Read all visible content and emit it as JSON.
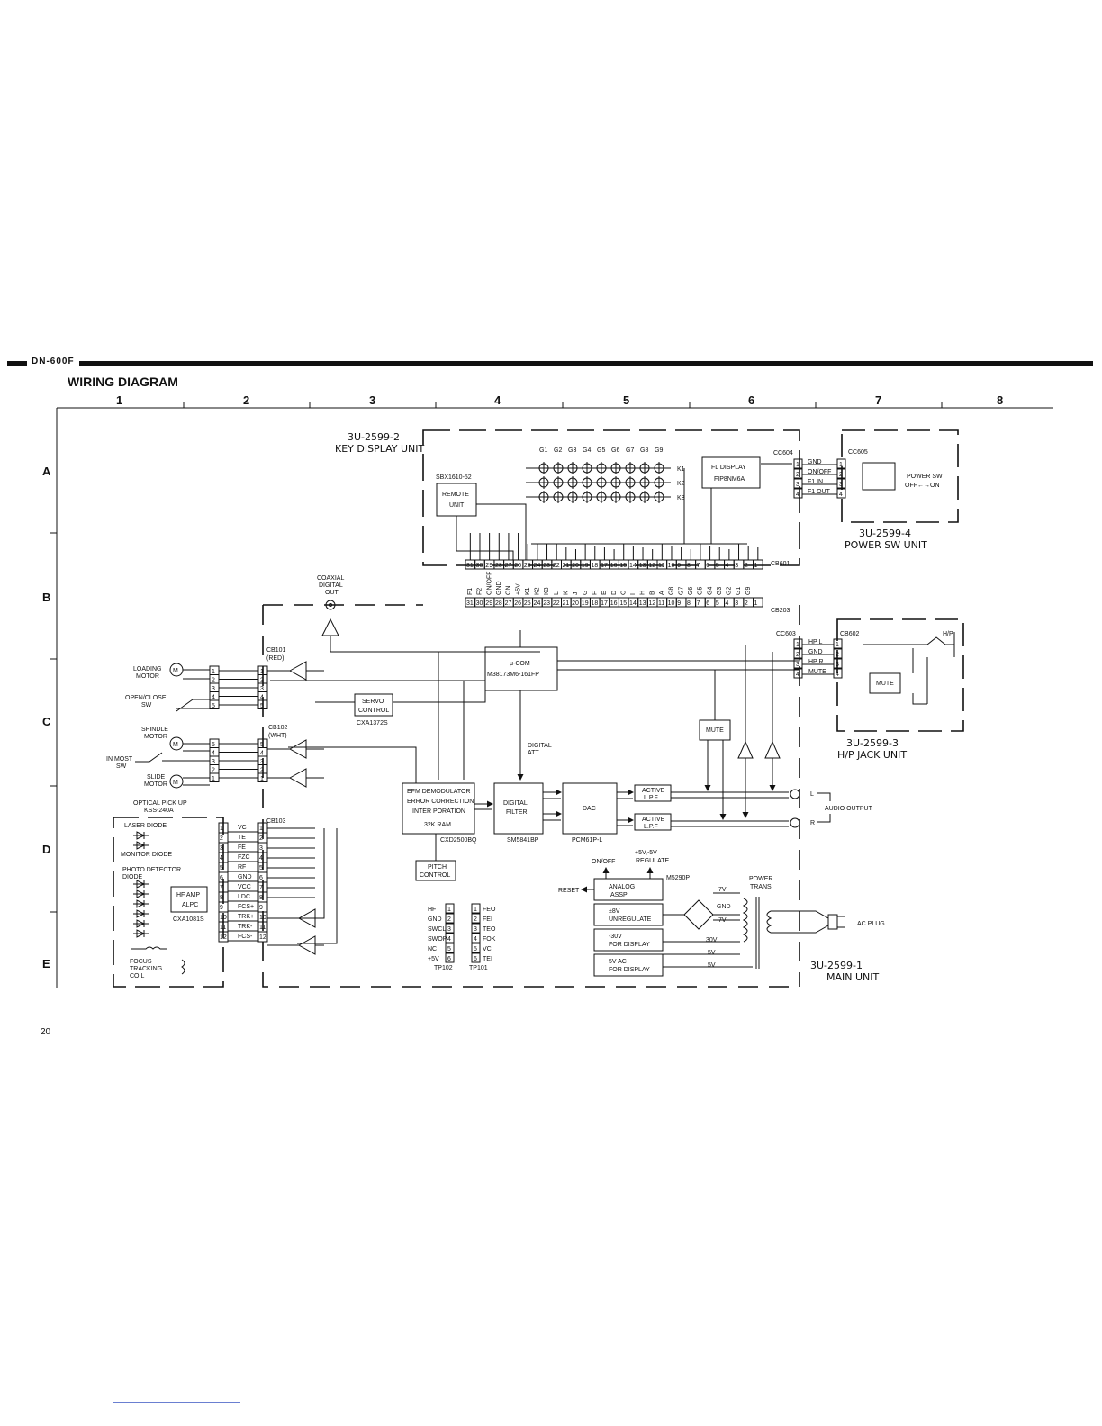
{
  "header": {
    "model": "DN-600F",
    "title": "WIRING DIAGRAM",
    "page_number": "20"
  },
  "grid": {
    "columns": [
      "1",
      "2",
      "3",
      "4",
      "5",
      "6",
      "7",
      "8"
    ],
    "rows": [
      "A",
      "B",
      "C",
      "D",
      "E"
    ]
  },
  "units": {
    "key_display": {
      "part": "3U-2599-2",
      "name": "KEY DISPLAY UNIT"
    },
    "power_sw": {
      "part": "3U-2599-4",
      "name": "POWER SW UNIT"
    },
    "hp_jack": {
      "part": "3U-2599-3",
      "name": "H/P JACK UNIT"
    },
    "main": {
      "part": "3U-2599-1",
      "name": "MAIN UNIT"
    }
  },
  "key_display": {
    "grids": [
      "G1",
      "G2",
      "G3",
      "G4",
      "G5",
      "G6",
      "G7",
      "G8",
      "G9"
    ],
    "keys": [
      "K1",
      "K2",
      "K3"
    ],
    "remote_part": "SBX1610-52",
    "remote_label": [
      "REMOTE",
      "UNIT"
    ],
    "fl_display": [
      "FL DISPLAY",
      "FIP8NM6A"
    ],
    "connector": "CC604",
    "cb601": "CB601",
    "cb203": "CB203",
    "pins": [
      "31",
      "30",
      "29",
      "28",
      "27",
      "26",
      "25",
      "24",
      "23",
      "22",
      "21",
      "20",
      "19",
      "18",
      "17",
      "16",
      "15",
      "14",
      "13",
      "12",
      "11",
      "10",
      "9",
      "8",
      "7",
      "6",
      "5",
      "4",
      "3",
      "2",
      "1"
    ],
    "signals": [
      "F1",
      "F2",
      "ON/OFF",
      "GND",
      "ON",
      "+5V",
      "K1",
      "K2",
      "K3",
      "L",
      "K",
      "J",
      "G",
      "F",
      "E",
      "D",
      "C",
      "I",
      "H",
      "B",
      "A",
      "G8",
      "G7",
      "G6",
      "G5",
      "G4",
      "G3",
      "G2",
      "G1",
      "G9"
    ]
  },
  "power_sw": {
    "connector_left": "CC604",
    "connector_right": "CC605",
    "signals": [
      "GND",
      "ON/OFF",
      "F1 IN",
      "F1 OUT"
    ],
    "switch_label": [
      "POWER SW",
      "OFF←→ON"
    ]
  },
  "hp_jack": {
    "connector_left": "CC603",
    "connector_right": "CB602",
    "signals": [
      "HP L",
      "GND",
      "HP R",
      "MUTE"
    ],
    "mute": "MUTE",
    "jack": "H/P"
  },
  "left_side": {
    "coaxial": [
      "COAXIAL",
      "DIGITAL",
      "OUT"
    ],
    "loading_motor": [
      "LOADING",
      "MOTOR"
    ],
    "open_close": [
      "OPEN/CLOSE",
      "SW"
    ],
    "spindle_motor": [
      "SPINDLE",
      "MOTOR"
    ],
    "in_most": [
      "IN MOST",
      "SW"
    ],
    "slide_motor": [
      "SLIDE",
      "MOTOR"
    ],
    "cb101": [
      "CB101",
      "(RED)"
    ],
    "cb102": [
      "CB102",
      "(WHT)"
    ],
    "cb103": "CB103",
    "motor_symbol": "M"
  },
  "pickup": {
    "title": [
      "OPTICAL PICK UP",
      "KSS-240A"
    ],
    "laser_diode": "LASER DIODE",
    "monitor_diode": "MONITOR DIODE",
    "photo_detector": [
      "PHOTO DETECTOR",
      "DIODE"
    ],
    "hf_amp": [
      "HF AMP",
      "ALPC"
    ],
    "hf_amp_ic": "CXA1081S",
    "focus": [
      "FOCUS",
      "TRACKING",
      "COIL"
    ],
    "pins": [
      "1",
      "2",
      "3",
      "4",
      "5",
      "6",
      "7",
      "8",
      "9",
      "10",
      "11",
      "12"
    ],
    "signals": [
      "VC",
      "TE",
      "FE",
      "FZC",
      "RF",
      "GND",
      "VCC",
      "LDC",
      "FCS+",
      "TRK+",
      "TRK-",
      "FCS-"
    ]
  },
  "main": {
    "ucom": [
      "μ-COM",
      "M38173M6-161FP"
    ],
    "servo": [
      "SERVO",
      "CONTROL"
    ],
    "servo_ic": "CXA1372S",
    "digital_att": [
      "DIGITAL",
      "ATT."
    ],
    "efm": [
      "EFM DEMODULATOR",
      "ERROR CORRECTION",
      "INTER PORATION",
      "32K RAM"
    ],
    "efm_ic": "CXD2500BQ",
    "digital_filter": [
      "DIGITAL",
      "FILTER"
    ],
    "filter_ic": "SM5841BP",
    "dac": "DAC",
    "dac_ic": "PCM61P-L",
    "lpf": [
      "ACTIVE",
      "L.P.F"
    ],
    "mute": "MUTE",
    "pitch": [
      "PITCH",
      "CONTROL"
    ],
    "audio_output": "AUDIO OUTPUT",
    "out_l": "L",
    "out_r": "R",
    "on_off": "ON/OFF",
    "reset": "RESET",
    "regulate": [
      "+5V,-5V",
      "REGULATE"
    ],
    "analog_assp": [
      "ANALOG",
      "ASSP"
    ],
    "regulate_ic": "M5290P",
    "unregulate": [
      "±8V",
      "UNREGULATE"
    ],
    "minus30": [
      "-30V",
      "FOR DISPLAY"
    ],
    "ac5v": [
      "5V AC",
      "FOR DISPLAY"
    ],
    "power_trans": [
      "POWER",
      "TRANS"
    ],
    "v7a": "7V",
    "v7b": "7V",
    "gnd": "GND",
    "v30": "30V",
    "v5a": "5V",
    "v5b": "5V",
    "ac_plug": "AC PLUG"
  },
  "test_points": {
    "tp102_labels": [
      "HF",
      "GND",
      "SWCL",
      "SWOP",
      "NC",
      "+5V"
    ],
    "tp101_labels": [
      "FEO",
      "FEI",
      "TEO",
      "FOK",
      "VC",
      "TEI"
    ],
    "pins": [
      "1",
      "2",
      "3",
      "4",
      "5",
      "6"
    ],
    "tp102": "TP102",
    "tp101": "TP101"
  }
}
